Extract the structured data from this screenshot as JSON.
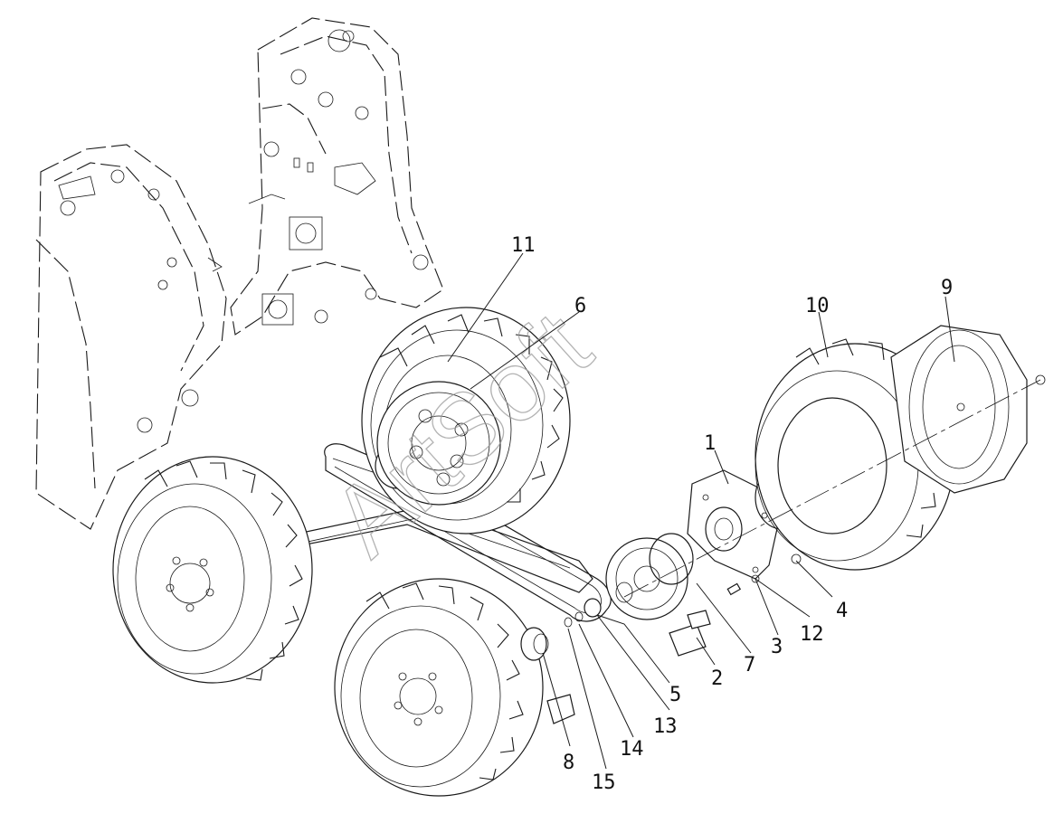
{
  "diagram": {
    "callouts": [
      {
        "id": "1",
        "label": "1"
      },
      {
        "id": "2",
        "label": "2"
      },
      {
        "id": "3",
        "label": "3"
      },
      {
        "id": "4",
        "label": "4"
      },
      {
        "id": "5",
        "label": "5"
      },
      {
        "id": "6",
        "label": "6"
      },
      {
        "id": "7",
        "label": "7"
      },
      {
        "id": "8",
        "label": "8"
      },
      {
        "id": "9",
        "label": "9"
      },
      {
        "id": "10",
        "label": "10"
      },
      {
        "id": "11",
        "label": "11"
      },
      {
        "id": "12",
        "label": "12"
      },
      {
        "id": "13",
        "label": "13"
      },
      {
        "id": "14",
        "label": "14"
      },
      {
        "id": "15",
        "label": "15"
      }
    ],
    "watermark": "ArtSoft"
  }
}
